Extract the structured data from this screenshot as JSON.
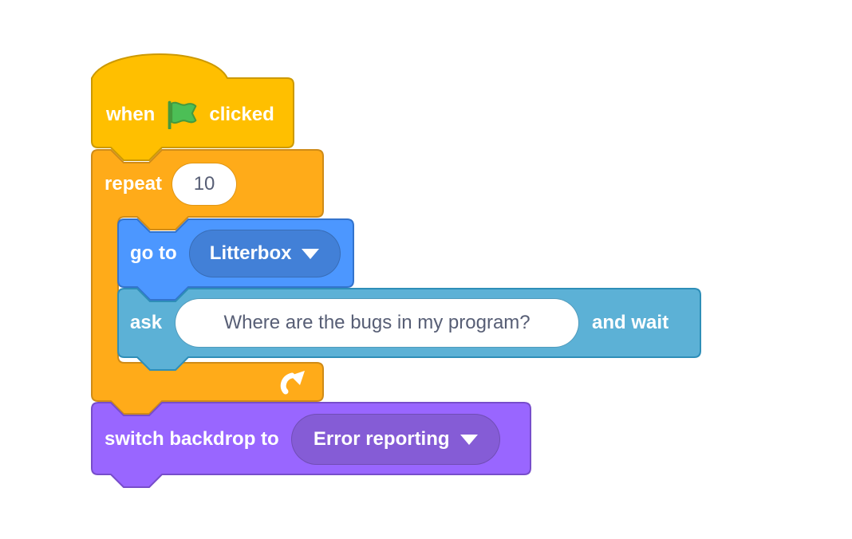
{
  "workspace": {
    "background": "#ffffff",
    "description": "Scratch script stack"
  },
  "colors": {
    "events": {
      "fill": "#FFBF00",
      "stroke": "#CC9900"
    },
    "control": {
      "fill": "#FFAB19",
      "stroke": "#CF8B17"
    },
    "motion": {
      "fill": "#4C97FF",
      "stroke": "#3373CC",
      "field_fill": "#4280D7"
    },
    "sensing": {
      "fill": "#5CB1D6",
      "stroke": "#2E8EB8"
    },
    "looks": {
      "fill": "#9966FF",
      "stroke": "#774DCB",
      "field_fill": "#855CD6"
    },
    "field_text": "#575E75",
    "label_text": "#ffffff",
    "flag_green": "#4CBF56",
    "flag_green_dark": "#45993D"
  },
  "blocks": {
    "when_flag_clicked": {
      "label_before": "when",
      "icon": "green-flag-icon",
      "label_after": "clicked"
    },
    "repeat": {
      "label": "repeat",
      "times": "10",
      "icon": "loop-arrow-icon"
    },
    "go_to": {
      "label": "go to",
      "target": "Litterbox",
      "dropdown_icon": "dropdown-arrow-icon"
    },
    "ask_and_wait": {
      "label_before": "ask",
      "question": "Where are the bugs in my program?",
      "label_after": "and wait"
    },
    "switch_backdrop": {
      "label": "switch backdrop to",
      "backdrop": "Error reporting",
      "dropdown_icon": "dropdown-arrow-icon"
    }
  }
}
